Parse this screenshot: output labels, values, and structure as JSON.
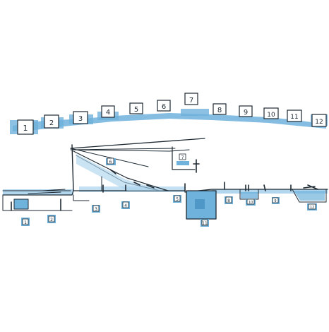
{
  "diagram": {
    "type": "architectural-section-sketch",
    "colors": {
      "ink": "#1e2a33",
      "wash": "#6fb2dc",
      "wash_light": "#a9d2ec",
      "label_box": "#ffffff"
    },
    "top_labels": [
      "1",
      "2",
      "3",
      "4",
      "5",
      "6",
      "7",
      "8",
      "9",
      "10",
      "11",
      "12"
    ],
    "section_labels": [
      "1",
      "2",
      "3",
      "4",
      "5",
      "6",
      "7",
      "8",
      "9",
      "10",
      "11",
      "12"
    ]
  }
}
